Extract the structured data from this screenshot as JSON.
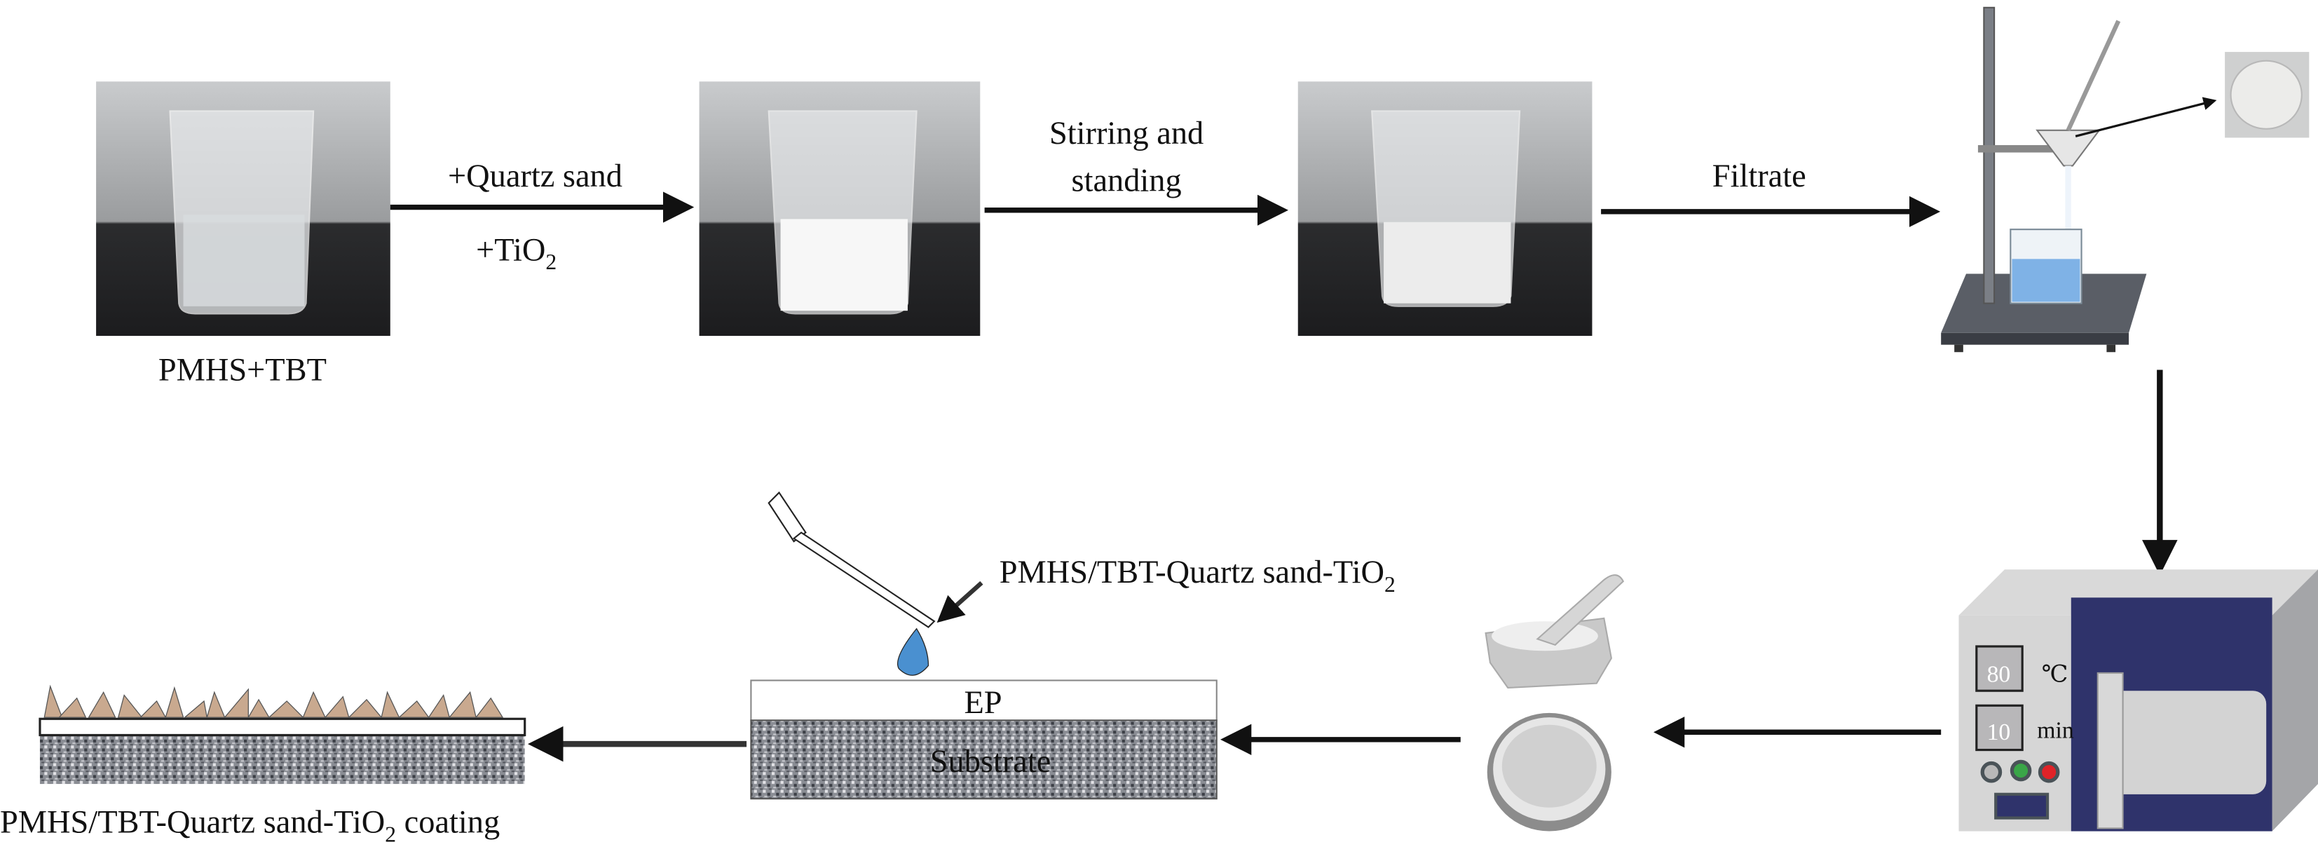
{
  "steps": {
    "start_label": "PMHS+TBT",
    "add_sand": "+Quartz sand",
    "add_tio2": "+TiO",
    "add_tio2_sub": "2",
    "stir_line1": "Stirring and",
    "stir_line2": "standing",
    "filtrate": "Filtrate",
    "oven_temp": "80",
    "oven_temp_unit": "℃",
    "oven_time": "10",
    "oven_time_unit": "min",
    "ep_label": "EP",
    "substrate_label": "Substrate",
    "mixture_label": "PMHS/TBT-Quartz sand-TiO",
    "mixture_sub": "2",
    "coating_label": "PMHS/TBT-Quartz sand-TiO",
    "coating_sub": "2",
    "coating_suffix": " coating"
  },
  "colors": {
    "oven_door": "#2f336b",
    "oven_body": "#d8d8d8",
    "liquid_blue": "#4a90d0",
    "sand": "#c9a98f"
  }
}
